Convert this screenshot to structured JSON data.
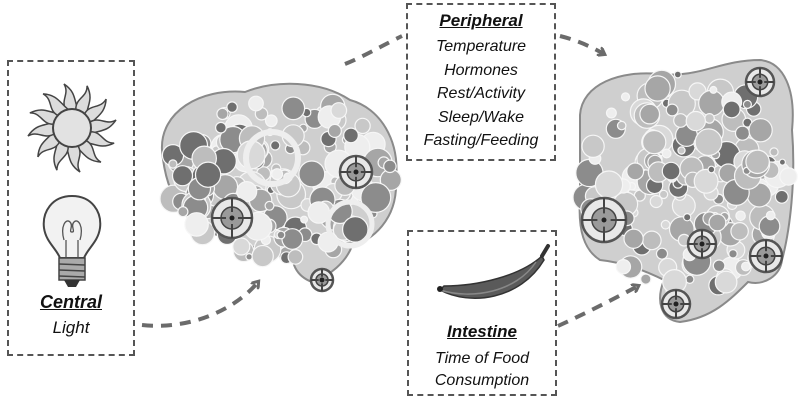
{
  "central": {
    "title": "Central",
    "label": "Light",
    "icons": [
      "sun-icon",
      "light-bulb-icon"
    ]
  },
  "peripheral": {
    "title": "Peripheral",
    "items": [
      "Temperature",
      "Hormones",
      "Rest/Activity",
      "Sleep/Wake",
      "Fasting/Feeding"
    ]
  },
  "intestine": {
    "title": "Intestine",
    "items": [
      "Time of Food",
      "Consumption"
    ],
    "icons": [
      "banana-icon"
    ]
  },
  "organs": [
    "brain-illustration",
    "intestine-illustration"
  ],
  "colors": {
    "border": "#555555",
    "arrow": "#6b6b6b",
    "text": "#111111"
  }
}
